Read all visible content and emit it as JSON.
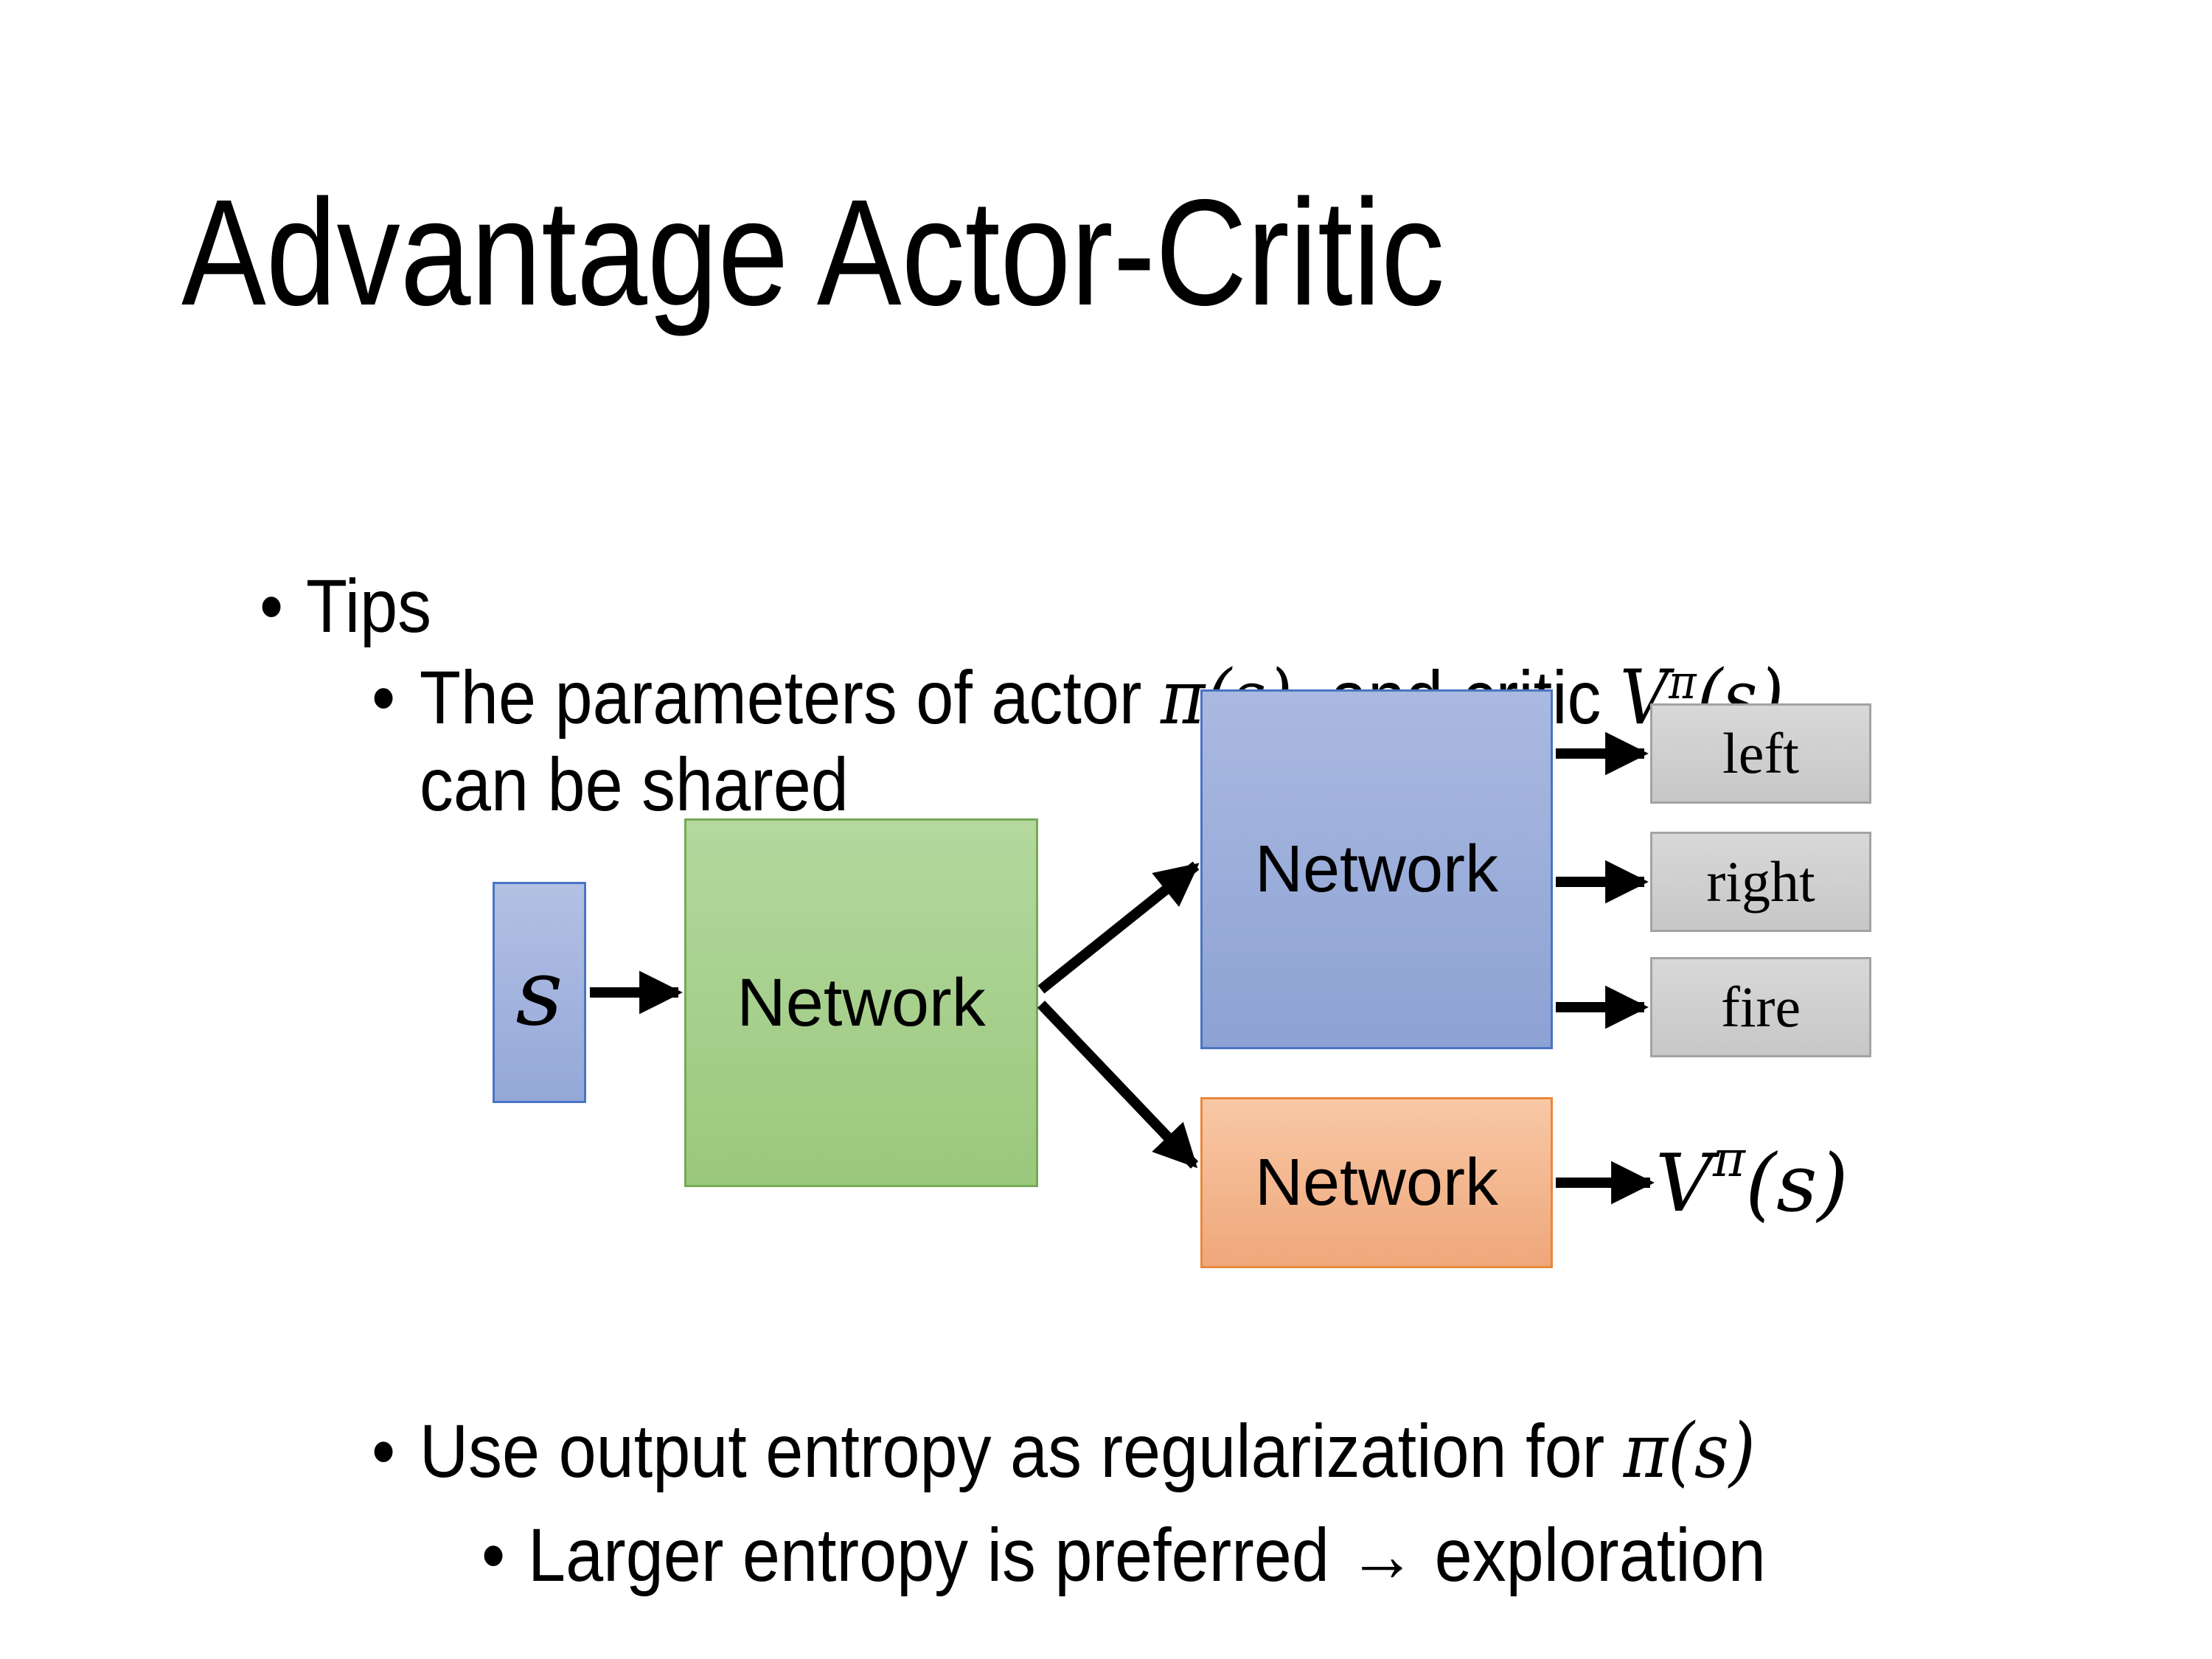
{
  "slide": {
    "title": "Advantage Actor-Critic"
  },
  "bullets": {
    "bullet_char": "•",
    "tips": "Tips",
    "shared_pre": "The parameters of actor ",
    "shared_pi": "π(s)",
    "shared_mid": "  and critic ",
    "shared_v_base": "V",
    "shared_v_sup": "π",
    "shared_v_args": "(s)",
    "shared_line2": "can be shared",
    "entropy_pre": "Use output entropy as regularization for ",
    "entropy_pi": "π(s)",
    "exploration": "Larger entropy is preferred → exploration"
  },
  "diagram": {
    "state_label": "s",
    "shared_network_label": "Network",
    "actor_network_label": "Network",
    "critic_network_label": "Network",
    "actions": [
      "left",
      "right",
      "fire"
    ],
    "critic_output_base": "V",
    "critic_output_sup": "π",
    "critic_output_args": "(s)"
  },
  "colors": {
    "background": "#ffffff",
    "text_color": "#000000",
    "arrow_color": "#000000",
    "state_fill_top": "#b2c0e3",
    "state_fill_bottom": "#94a8d8",
    "state_border": "#4a74c4",
    "shared_fill_top": "#b4d89e",
    "shared_fill_bottom": "#9ac87c",
    "shared_border": "#74a958",
    "actor_fill_top": "#aab9e0",
    "actor_fill_bottom": "#8da2d4",
    "actor_border": "#4a74c4",
    "critic_fill_top": "#f8c8a6",
    "critic_fill_bottom": "#efa77a",
    "critic_border": "#e9883c",
    "action_fill_top": "#d8d8d8",
    "action_fill_bottom": "#c7c7c7",
    "action_border": "#a3a3a3"
  }
}
